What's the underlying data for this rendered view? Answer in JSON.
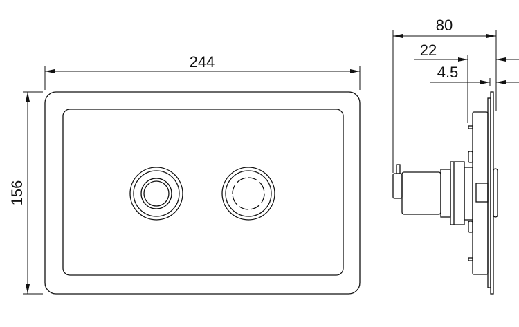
{
  "drawing": {
    "front_view": {
      "width_label": "244",
      "height_label": "156"
    },
    "side_view": {
      "depth_total_label": "80",
      "depth_plate_label": "22",
      "depth_frame_label": "4.5"
    }
  }
}
